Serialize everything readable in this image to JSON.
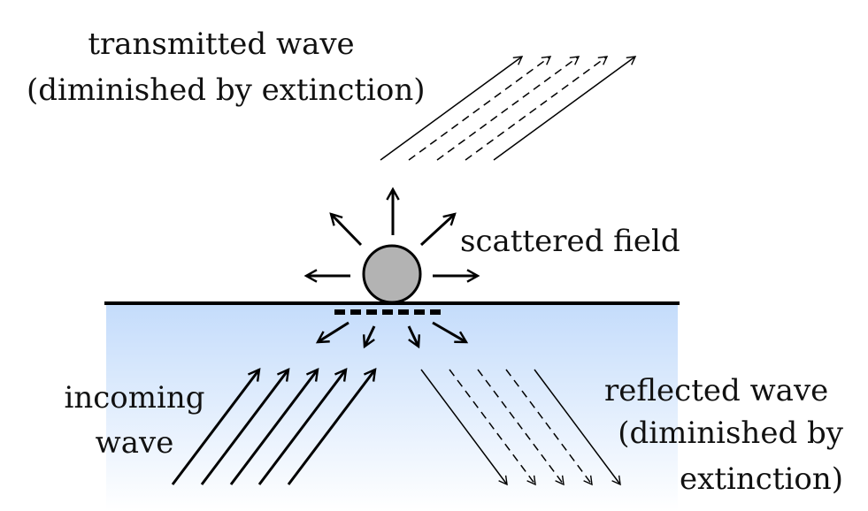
{
  "labels": {
    "transmitted_line1": "transmitted wave",
    "transmitted_line2": "(diminished by extinction)",
    "scattered": "scattered field",
    "incoming_line1": "incoming",
    "incoming_line2": "wave",
    "reflected_line1": "reflected wave",
    "reflected_line2": "(diminished by",
    "reflected_line3": "extinction)"
  },
  "colors": {
    "medium_gradient_top": "#c4dcfb",
    "medium_gradient_bottom": "#ffffff",
    "particle_fill": "#b3b3b3",
    "ink": "#000000"
  }
}
